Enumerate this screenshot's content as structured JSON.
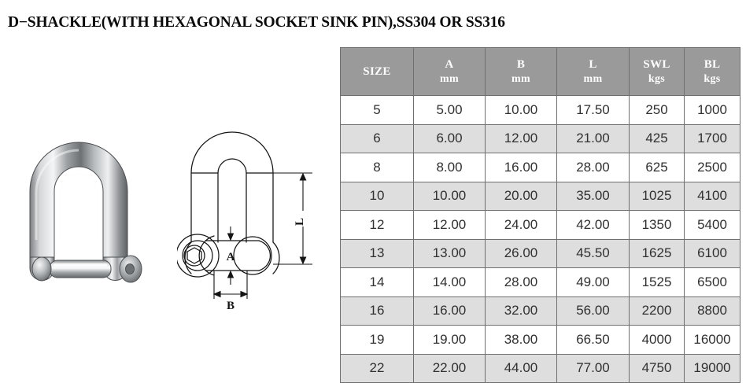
{
  "title": "D−SHACKLE(WITH HEXAGONAL SOCKET SINK PIN),SS304 OR SS316",
  "colors": {
    "page_background": "#ffffff",
    "header_fill": "#9a9a9a",
    "header_text": "#ffffff",
    "row_shaded_fill": "#dedede",
    "row_plain_fill": "#ffffff",
    "table_border": "#6f6f6f",
    "body_text": "#303030",
    "title_text": "#0b0b0b",
    "drawing_line": "#1a1a1a"
  },
  "photo": {
    "alt": "stainless-steel-d-shackle-photo",
    "icon": "shackle-photo"
  },
  "drawing": {
    "alt": "d-shackle-technical-line-drawing",
    "dimension_labels": {
      "l": "L",
      "a": "A",
      "b": "B"
    }
  },
  "table": {
    "columns": [
      {
        "name": "SIZE",
        "unit": ""
      },
      {
        "name": "A",
        "unit": "mm"
      },
      {
        "name": "B",
        "unit": "mm"
      },
      {
        "name": "L",
        "unit": "mm"
      },
      {
        "name": "SWL",
        "unit": "kgs"
      },
      {
        "name": "BL",
        "unit": "kgs"
      }
    ],
    "rows": [
      {
        "size": "5",
        "a": "5.00",
        "b": "10.00",
        "l": "17.50",
        "swl": "250",
        "bl": "1000"
      },
      {
        "size": "6",
        "a": "6.00",
        "b": "12.00",
        "l": "21.00",
        "swl": "425",
        "bl": "1700"
      },
      {
        "size": "8",
        "a": "8.00",
        "b": "16.00",
        "l": "28.00",
        "swl": "625",
        "bl": "2500"
      },
      {
        "size": "10",
        "a": "10.00",
        "b": "20.00",
        "l": "35.00",
        "swl": "1025",
        "bl": "4100"
      },
      {
        "size": "12",
        "a": "12.00",
        "b": "24.00",
        "l": "42.00",
        "swl": "1350",
        "bl": "5400"
      },
      {
        "size": "13",
        "a": "13.00",
        "b": "26.00",
        "l": "45.50",
        "swl": "1625",
        "bl": "6100"
      },
      {
        "size": "14",
        "a": "14.00",
        "b": "28.00",
        "l": "49.00",
        "swl": "1525",
        "bl": "6500"
      },
      {
        "size": "16",
        "a": "16.00",
        "b": "32.00",
        "l": "56.00",
        "swl": "2200",
        "bl": "8800"
      },
      {
        "size": "19",
        "a": "19.00",
        "b": "38.00",
        "l": "66.50",
        "swl": "4000",
        "bl": "16000"
      },
      {
        "size": "22",
        "a": "22.00",
        "b": "44.00",
        "l": "77.00",
        "swl": "4750",
        "bl": "19000"
      }
    ]
  }
}
